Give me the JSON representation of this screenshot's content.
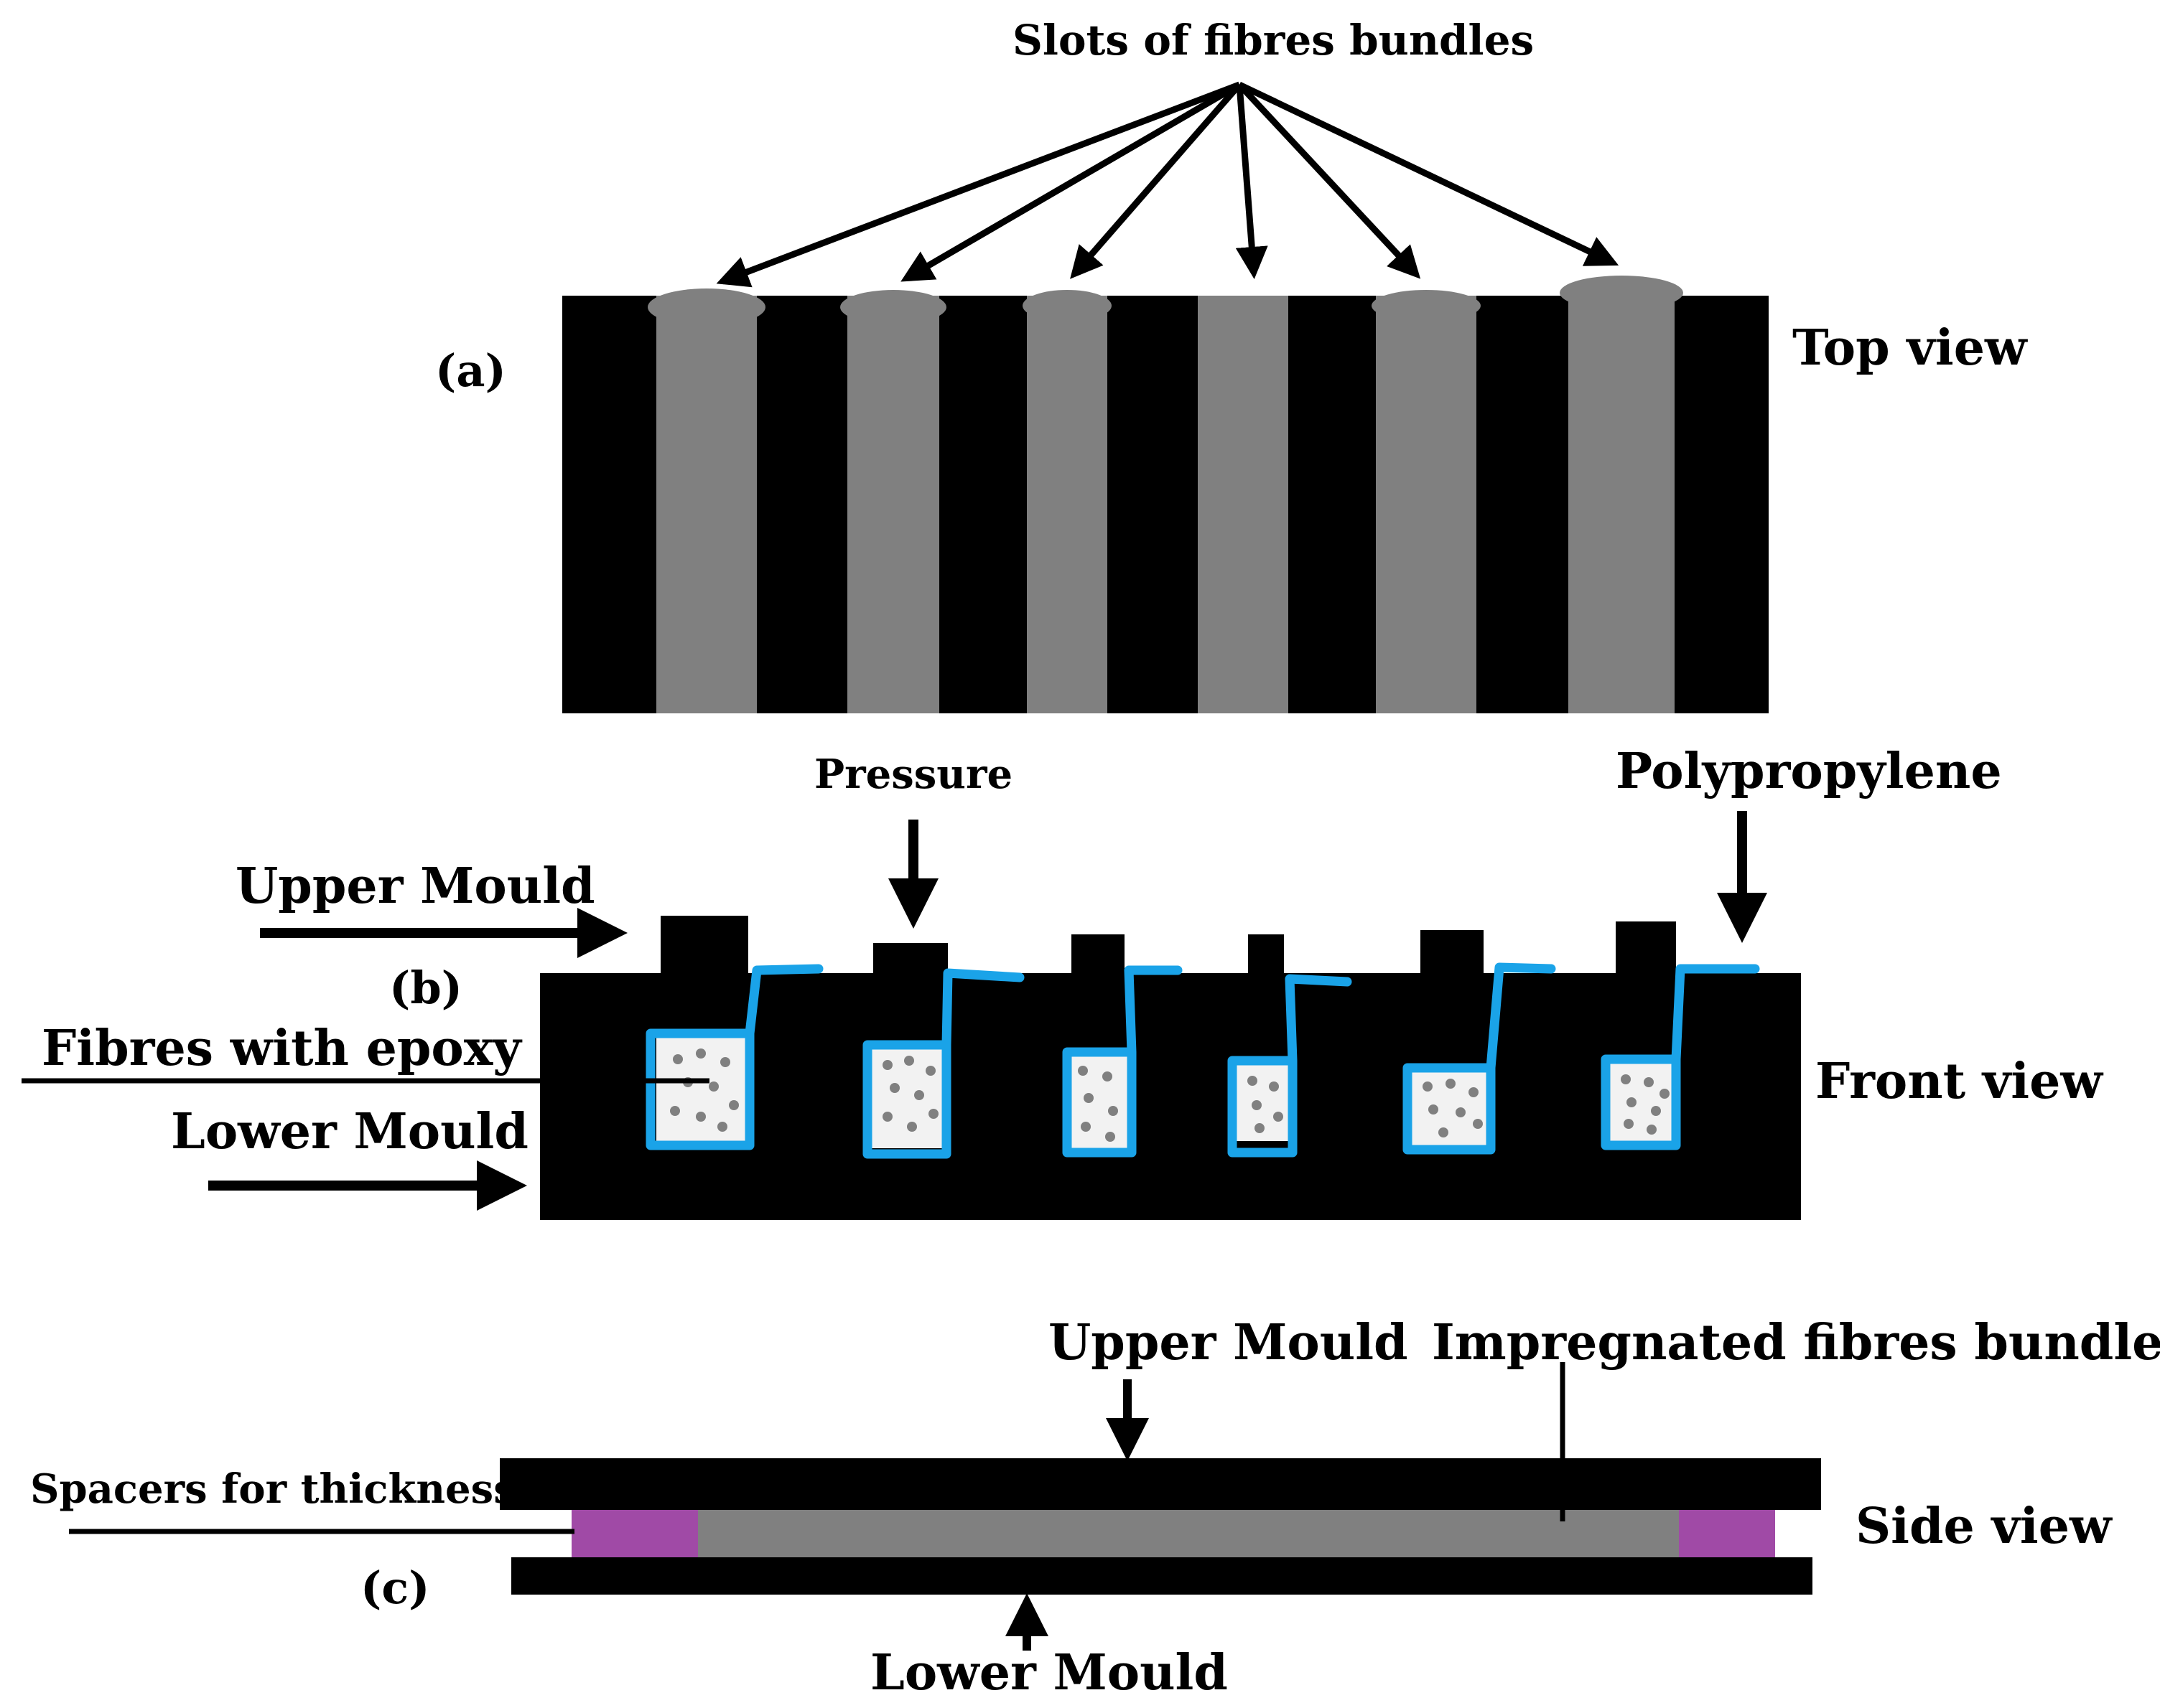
{
  "labels": {
    "slots": "Slots of fibres bundles",
    "panel_a": "(a)",
    "top_view": "Top view",
    "pressure": "Pressure",
    "polypropylene": "Polypropylene",
    "upper_mould_b": "Upper Mould",
    "panel_b": "(b)",
    "fibres_epoxy": "Fibres with epoxy",
    "lower_mould_b": "Lower Mould",
    "front_view": "Front view",
    "upper_mould_c": "Upper Mould",
    "impregnated": "Impregnated fibres bundles",
    "spacers": "Spacers for thickness",
    "side_view": "Side view",
    "panel_c": "(c)",
    "lower_mould_c": "Lower Mould"
  },
  "colors": {
    "mould": "#000000",
    "fibre_slot": "#808080",
    "polypropylene_liner": "#1aa3e8",
    "spacer": "#a04aa6",
    "epoxy_fill": "#f2f2f2",
    "fibre_dot": "#808080"
  },
  "slot_count": 6
}
